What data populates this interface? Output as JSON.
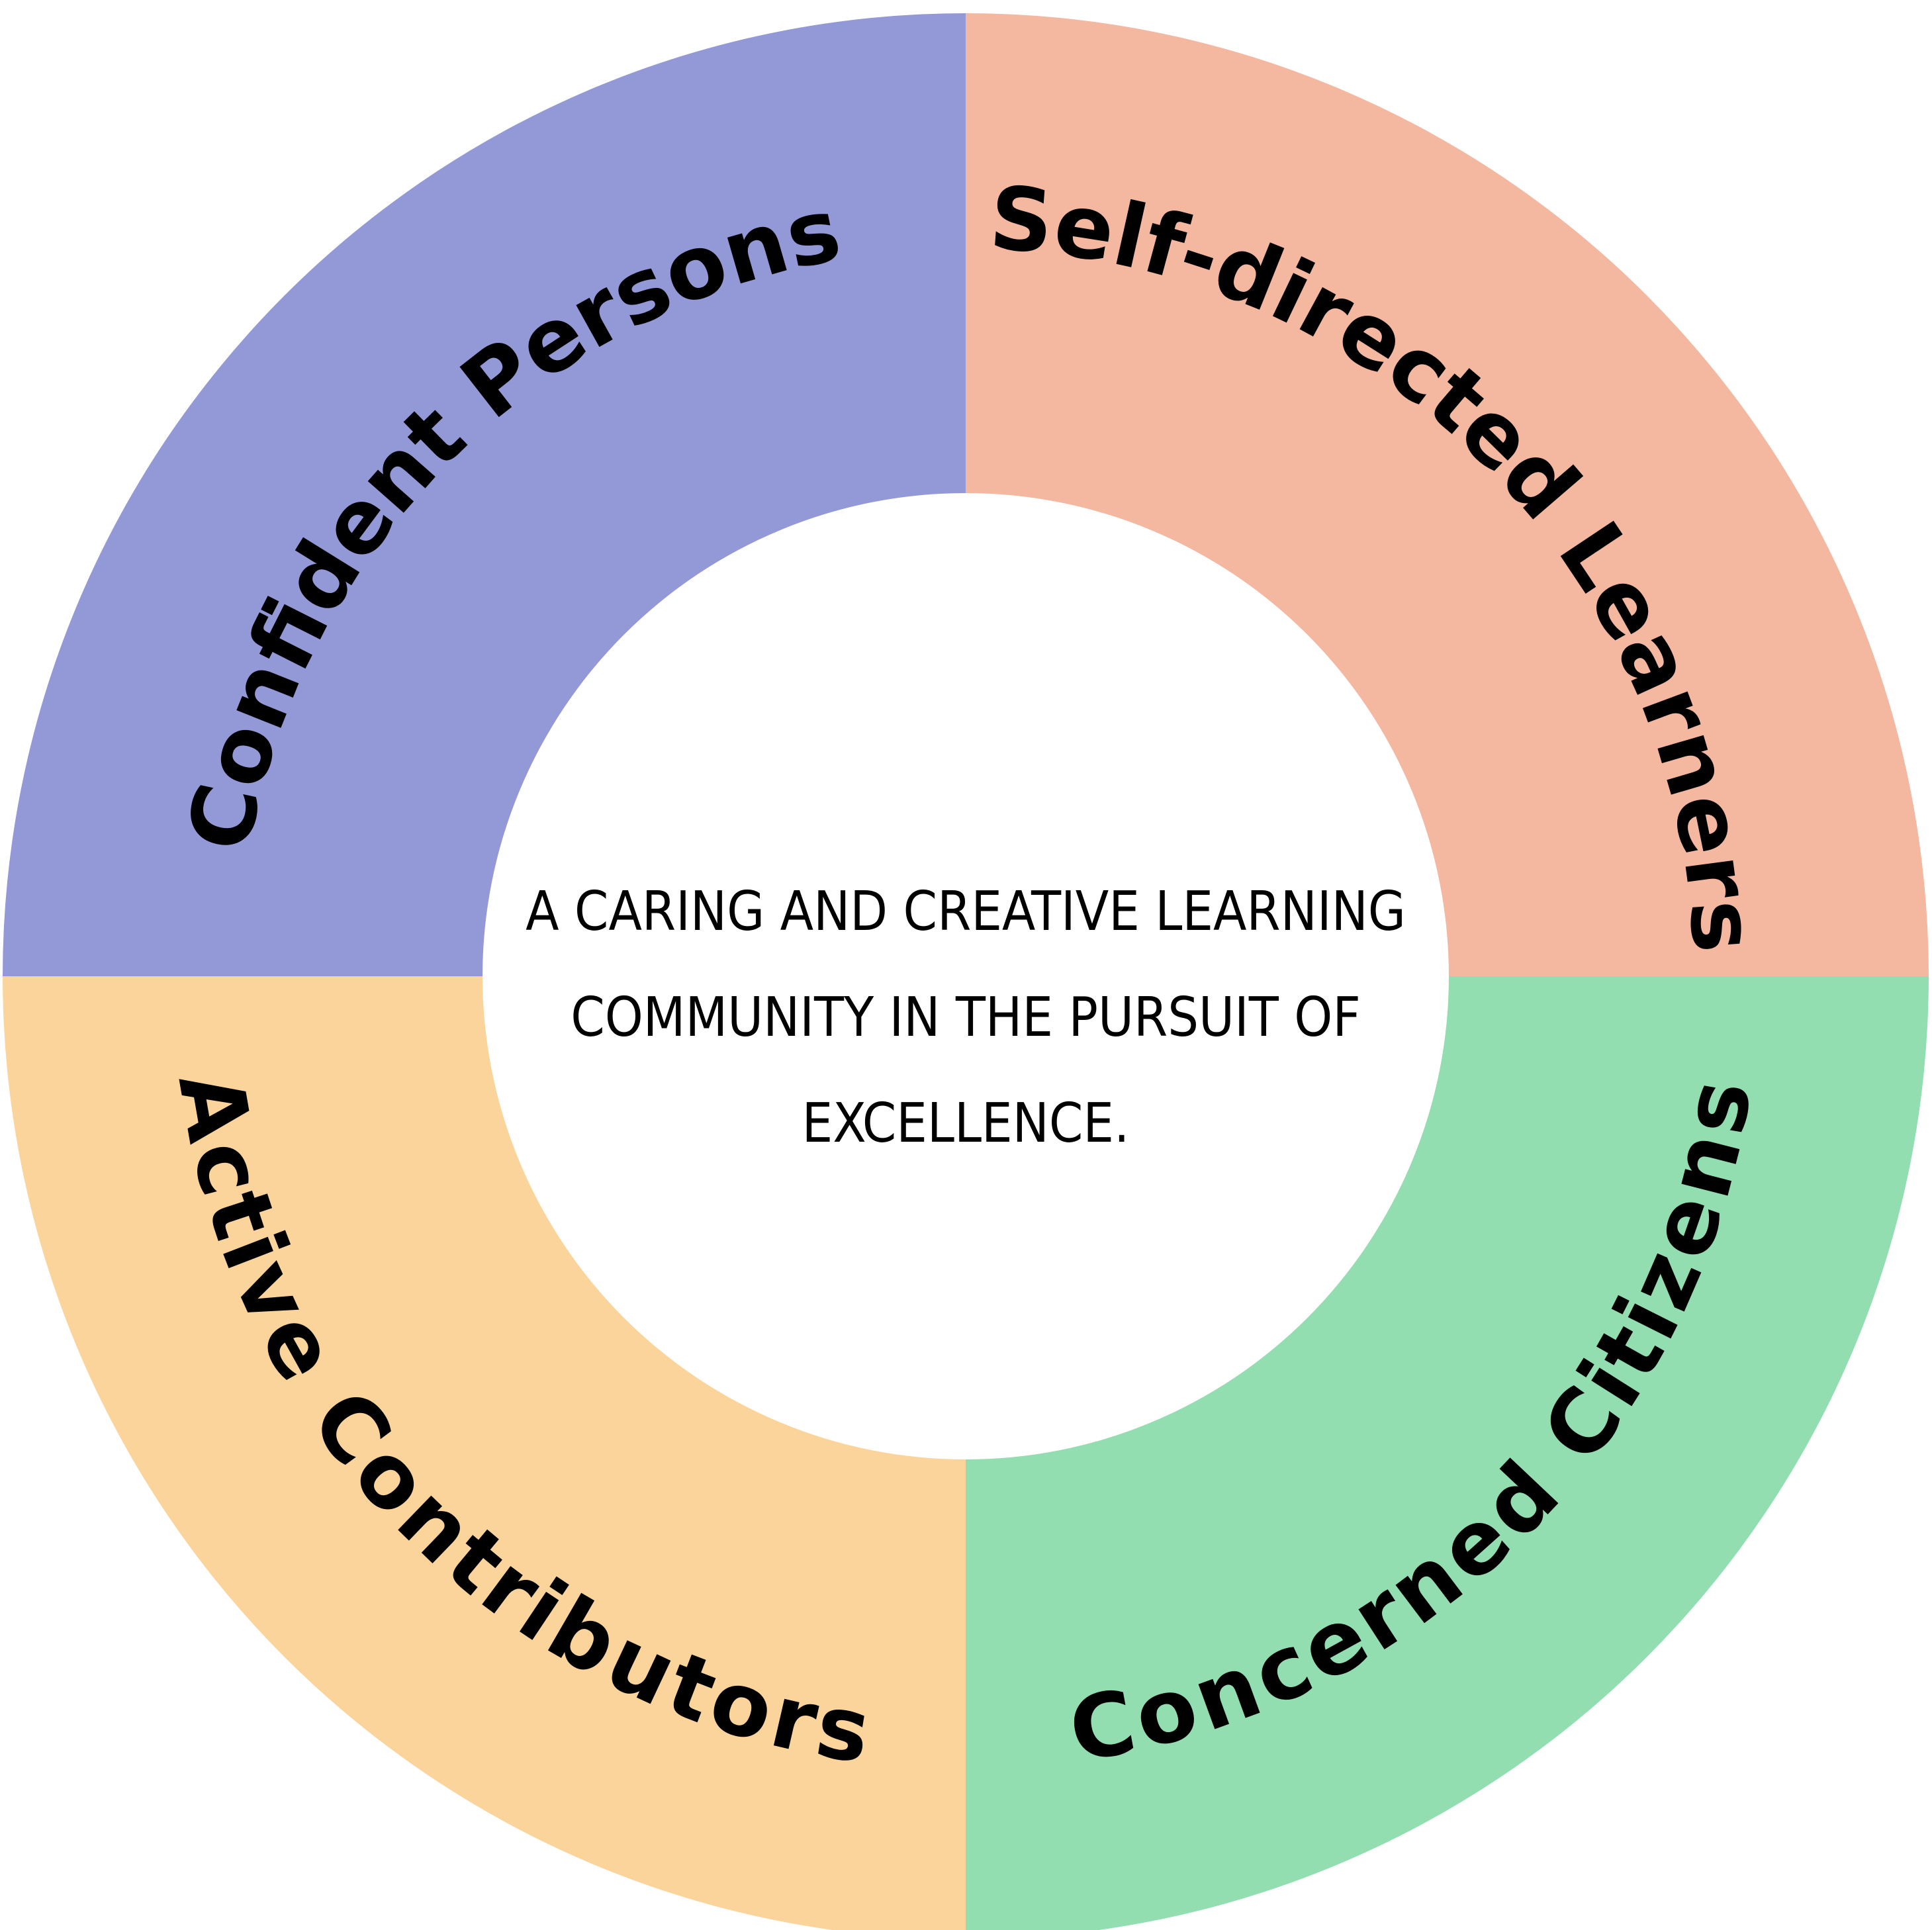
{
  "segments": [
    {
      "id": "confident-persons",
      "label": "Confident Persons",
      "color": "#9398d6",
      "quadrant": "top-left"
    },
    {
      "id": "self-directed-learners",
      "label": "Self-directed Learners",
      "color": "#f4b7a0",
      "quadrant": "top-right"
    },
    {
      "id": "concerned-citizens",
      "label": "Concerned Citizens",
      "color": "#93deb0",
      "quadrant": "bottom-right"
    },
    {
      "id": "active-contributors",
      "label": "Active Contributors",
      "color": "#fbd49b",
      "quadrant": "bottom-left"
    }
  ],
  "center": {
    "lines": [
      "A CARING AND CREATIVE LEARNING",
      "COMMUNITY IN THE PURSUIT OF",
      "EXCELLENCE."
    ],
    "color": "#ffffff"
  }
}
